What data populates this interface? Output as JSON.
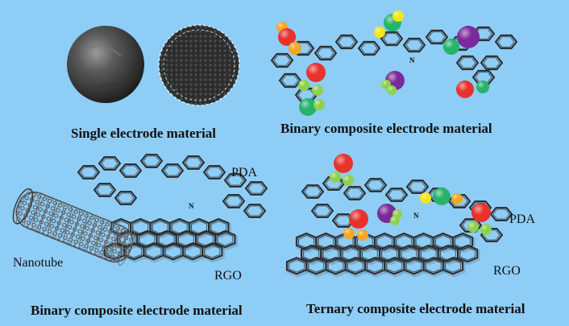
{
  "captions": {
    "single": "Single electrode material",
    "binary_top": "Binary composite electrode material",
    "binary_bottom": "Binary composite electrode material",
    "ternary": "Ternary composite electrode material"
  },
  "labels": {
    "pda_left": "PDA",
    "nanotube": "Nanotube",
    "rgo_left": "RGO",
    "pda_right": "PDA",
    "rgo_right": "RGO",
    "n_top": "N",
    "n_left": "N",
    "n_right": "N"
  },
  "colors": {
    "background": "#8ecdf6",
    "red": "#e8322c",
    "green": "#26b36a",
    "light_green": "#8fd14f",
    "yellow": "#f5e51b",
    "orange": "#f5a623",
    "purple": "#7a2a9a",
    "bond": "#2a2a2a"
  },
  "icons": {
    "sphere": "solid-sphere-icon",
    "porous": "porous-sphere-icon",
    "nanotube": "carbon-nanotube-icon"
  }
}
